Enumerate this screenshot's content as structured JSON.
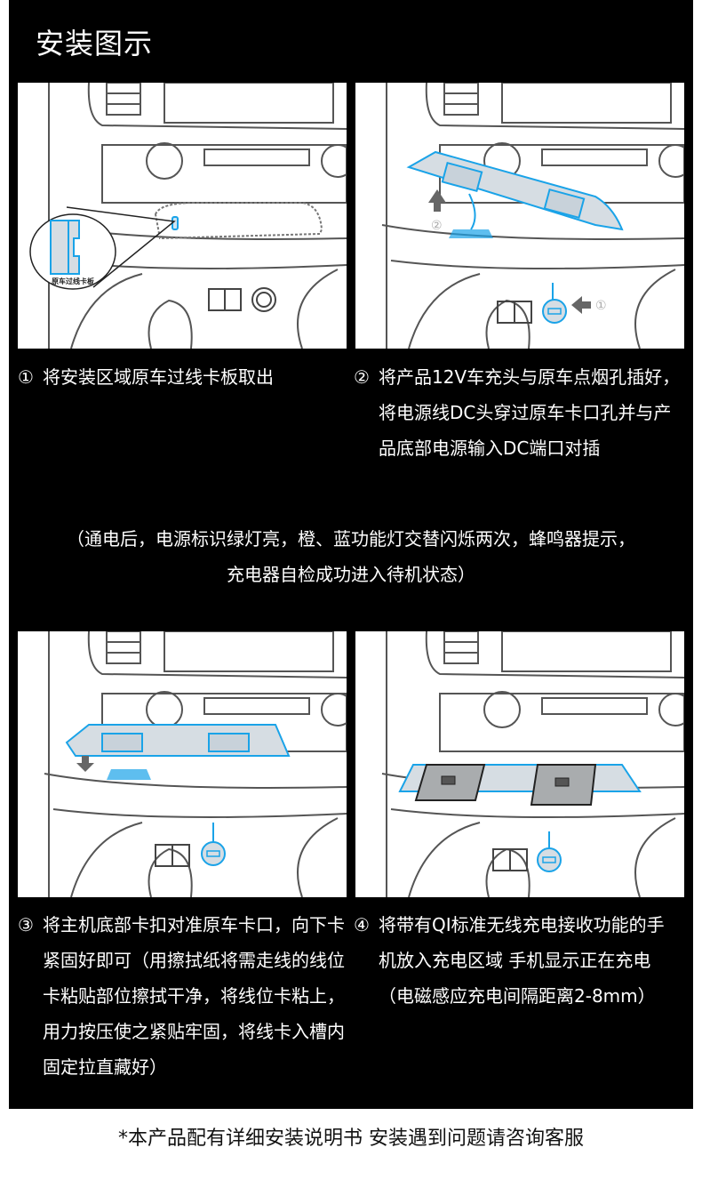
{
  "header": {
    "title": "安装图示"
  },
  "figures": {
    "fig1_label": "原车过线卡板",
    "fig2_marker_a": "②",
    "fig2_marker_b": "①"
  },
  "steps": [
    {
      "num": "①",
      "text": "将安装区域原车过线卡板取出"
    },
    {
      "num": "②",
      "text": "将产品12V车充头与原车点烟孔插好，将电源线DC头穿过原车卡口孔并与产品底部电源输入DC端口对插"
    },
    {
      "num": "③",
      "text": "将主机底部卡扣对准原车卡口，向下卡紧固好即可（用擦拭纸将需走线的线位卡粘贴部位擦拭干净，将线位卡粘上，用力按压使之紧贴牢固，将线卡入槽内固定拉直藏好）"
    },
    {
      "num": "④",
      "text": "将带有QI标准无线充电接收功能的手机放入充电区域 手机显示正在充电（电磁感应充电间隔距离2-8mm）"
    }
  ],
  "note": {
    "line1": "（通电后，电源标识绿灯亮，橙、蓝功能灯交替闪烁两次，蜂鸣器提示，",
    "line2": "充电器自检成功进入待机状态）"
  },
  "footer": {
    "text": "*本产品配有详细安装说明书 安装遇到问题请咨询客服"
  },
  "colors": {
    "accent": "#1aa3e8",
    "background": "#000000",
    "text": "#ffffff"
  }
}
